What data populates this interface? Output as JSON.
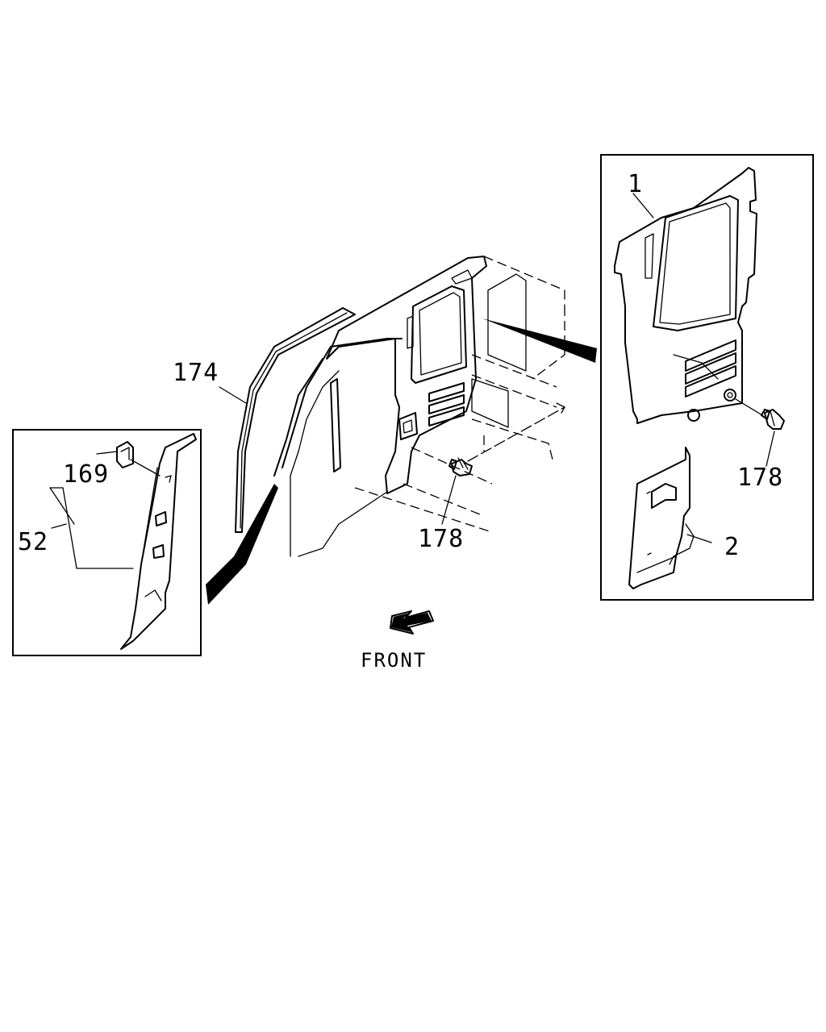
{
  "callouts": {
    "part_1": "1",
    "part_2": "2",
    "part_52": "52",
    "part_169": "169",
    "part_174": "174",
    "part_178_main": "178",
    "part_178_detail": "178"
  },
  "front_label": "FRONT"
}
